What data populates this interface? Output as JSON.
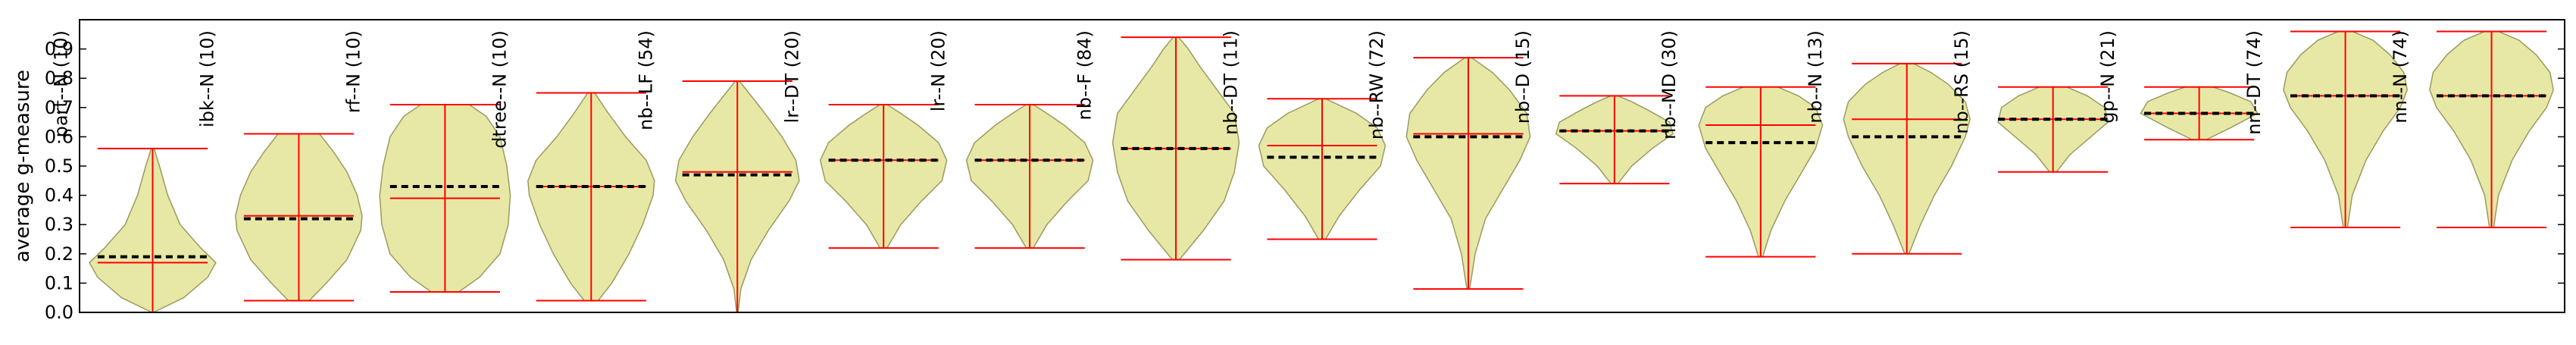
{
  "chart_data": {
    "type": "violin",
    "title": "",
    "xlabel": "",
    "ylabel": "average g-measure",
    "ylim": [
      0.0,
      1.0
    ],
    "yticks": [
      "0.0",
      "0.1",
      "0.2",
      "0.3",
      "0.4",
      "0.5",
      "0.6",
      "0.7",
      "0.8",
      "0.9"
    ],
    "grid": false,
    "colors": {
      "fill": "#e8e8a6",
      "outline": "#9a9a60",
      "whisker": "#ff0000",
      "mean": "#000000",
      "median": "#ff0000",
      "axis": "#000000"
    },
    "series": [
      {
        "label": "part--N (10)",
        "min": 0.0,
        "max": 0.56,
        "mean": 0.19,
        "median": 0.17,
        "max_width": 0.09,
        "profile": [
          [
            0.0,
            0.01
          ],
          [
            0.05,
            0.45
          ],
          [
            0.12,
            0.8
          ],
          [
            0.17,
            0.92
          ],
          [
            0.22,
            0.7
          ],
          [
            0.3,
            0.4
          ],
          [
            0.4,
            0.22
          ],
          [
            0.5,
            0.1
          ],
          [
            0.56,
            0.02
          ]
        ]
      },
      {
        "label": "ibk--N (10)",
        "min": 0.04,
        "max": 0.61,
        "mean": 0.32,
        "median": 0.33,
        "max_width": 0.09,
        "profile": [
          [
            0.04,
            0.15
          ],
          [
            0.1,
            0.4
          ],
          [
            0.18,
            0.7
          ],
          [
            0.28,
            0.9
          ],
          [
            0.33,
            0.92
          ],
          [
            0.4,
            0.85
          ],
          [
            0.48,
            0.7
          ],
          [
            0.55,
            0.5
          ],
          [
            0.61,
            0.3
          ]
        ]
      },
      {
        "label": "rf--N (10)",
        "min": 0.07,
        "max": 0.71,
        "mean": 0.43,
        "median": 0.39,
        "max_width": 0.09,
        "profile": [
          [
            0.07,
            0.2
          ],
          [
            0.12,
            0.5
          ],
          [
            0.2,
            0.8
          ],
          [
            0.3,
            0.92
          ],
          [
            0.4,
            0.95
          ],
          [
            0.5,
            0.9
          ],
          [
            0.6,
            0.8
          ],
          [
            0.67,
            0.6
          ],
          [
            0.71,
            0.35
          ]
        ]
      },
      {
        "label": "dtree--N (10)",
        "min": 0.04,
        "max": 0.75,
        "mean": 0.43,
        "median": 0.43,
        "max_width": 0.09,
        "profile": [
          [
            0.04,
            0.1
          ],
          [
            0.1,
            0.3
          ],
          [
            0.2,
            0.55
          ],
          [
            0.3,
            0.75
          ],
          [
            0.4,
            0.9
          ],
          [
            0.45,
            0.92
          ],
          [
            0.52,
            0.8
          ],
          [
            0.6,
            0.5
          ],
          [
            0.68,
            0.25
          ],
          [
            0.75,
            0.05
          ]
        ]
      },
      {
        "label": "nb--LF (54)",
        "min": 0.0,
        "max": 0.79,
        "mean": 0.47,
        "median": 0.48,
        "max_width": 0.09,
        "profile": [
          [
            0.0,
            0.01
          ],
          [
            0.08,
            0.05
          ],
          [
            0.18,
            0.2
          ],
          [
            0.28,
            0.45
          ],
          [
            0.38,
            0.75
          ],
          [
            0.45,
            0.9
          ],
          [
            0.52,
            0.85
          ],
          [
            0.6,
            0.65
          ],
          [
            0.68,
            0.4
          ],
          [
            0.74,
            0.2
          ],
          [
            0.79,
            0.03
          ]
        ]
      },
      {
        "label": "lr--DT (20)",
        "min": 0.22,
        "max": 0.71,
        "mean": 0.52,
        "median": 0.52,
        "max_width": 0.09,
        "profile": [
          [
            0.22,
            0.05
          ],
          [
            0.3,
            0.25
          ],
          [
            0.38,
            0.55
          ],
          [
            0.45,
            0.85
          ],
          [
            0.52,
            0.92
          ],
          [
            0.58,
            0.8
          ],
          [
            0.64,
            0.5
          ],
          [
            0.68,
            0.25
          ],
          [
            0.71,
            0.05
          ]
        ]
      },
      {
        "label": "lr--N (20)",
        "min": 0.22,
        "max": 0.71,
        "mean": 0.52,
        "median": 0.52,
        "max_width": 0.09,
        "profile": [
          [
            0.22,
            0.05
          ],
          [
            0.3,
            0.25
          ],
          [
            0.38,
            0.55
          ],
          [
            0.45,
            0.85
          ],
          [
            0.52,
            0.92
          ],
          [
            0.58,
            0.8
          ],
          [
            0.64,
            0.5
          ],
          [
            0.68,
            0.25
          ],
          [
            0.71,
            0.05
          ]
        ]
      },
      {
        "label": "nb--F (84)",
        "min": 0.18,
        "max": 0.94,
        "mean": 0.56,
        "median": 0.56,
        "max_width": 0.09,
        "profile": [
          [
            0.18,
            0.05
          ],
          [
            0.28,
            0.4
          ],
          [
            0.38,
            0.7
          ],
          [
            0.48,
            0.85
          ],
          [
            0.58,
            0.92
          ],
          [
            0.68,
            0.85
          ],
          [
            0.76,
            0.6
          ],
          [
            0.84,
            0.35
          ],
          [
            0.9,
            0.18
          ],
          [
            0.94,
            0.04
          ]
        ]
      },
      {
        "label": "nb--DT (11)",
        "min": 0.25,
        "max": 0.73,
        "mean": 0.53,
        "median": 0.57,
        "max_width": 0.09,
        "profile": [
          [
            0.25,
            0.05
          ],
          [
            0.33,
            0.25
          ],
          [
            0.42,
            0.55
          ],
          [
            0.5,
            0.85
          ],
          [
            0.57,
            0.92
          ],
          [
            0.63,
            0.8
          ],
          [
            0.68,
            0.5
          ],
          [
            0.73,
            0.05
          ]
        ]
      },
      {
        "label": "nb--RW (72)",
        "min": 0.08,
        "max": 0.87,
        "mean": 0.6,
        "median": 0.61,
        "max_width": 0.09,
        "profile": [
          [
            0.08,
            0.02
          ],
          [
            0.2,
            0.1
          ],
          [
            0.32,
            0.25
          ],
          [
            0.42,
            0.5
          ],
          [
            0.52,
            0.75
          ],
          [
            0.6,
            0.9
          ],
          [
            0.68,
            0.85
          ],
          [
            0.76,
            0.6
          ],
          [
            0.82,
            0.35
          ],
          [
            0.87,
            0.05
          ]
        ]
      },
      {
        "label": "nb--D (15)",
        "min": 0.44,
        "max": 0.74,
        "mean": 0.62,
        "median": 0.62,
        "max_width": 0.09,
        "profile": [
          [
            0.44,
            0.05
          ],
          [
            0.5,
            0.25
          ],
          [
            0.56,
            0.55
          ],
          [
            0.61,
            0.85
          ],
          [
            0.65,
            0.8
          ],
          [
            0.69,
            0.5
          ],
          [
            0.72,
            0.25
          ],
          [
            0.74,
            0.05
          ]
        ]
      },
      {
        "label": "nb--MD (30)",
        "min": 0.19,
        "max": 0.77,
        "mean": 0.58,
        "median": 0.64,
        "max_width": 0.09,
        "profile": [
          [
            0.19,
            0.03
          ],
          [
            0.28,
            0.15
          ],
          [
            0.38,
            0.35
          ],
          [
            0.48,
            0.6
          ],
          [
            0.56,
            0.8
          ],
          [
            0.64,
            0.9
          ],
          [
            0.7,
            0.8
          ],
          [
            0.74,
            0.55
          ],
          [
            0.77,
            0.25
          ]
        ]
      },
      {
        "label": "nb--N (13)",
        "min": 0.2,
        "max": 0.85,
        "mean": 0.6,
        "median": 0.66,
        "max_width": 0.09,
        "profile": [
          [
            0.2,
            0.03
          ],
          [
            0.3,
            0.2
          ],
          [
            0.4,
            0.4
          ],
          [
            0.5,
            0.65
          ],
          [
            0.6,
            0.85
          ],
          [
            0.66,
            0.92
          ],
          [
            0.72,
            0.85
          ],
          [
            0.78,
            0.6
          ],
          [
            0.82,
            0.35
          ],
          [
            0.85,
            0.1
          ]
        ]
      },
      {
        "label": "nb--RS (15)",
        "min": 0.48,
        "max": 0.77,
        "mean": 0.66,
        "median": 0.66,
        "max_width": 0.09,
        "profile": [
          [
            0.48,
            0.05
          ],
          [
            0.54,
            0.25
          ],
          [
            0.6,
            0.55
          ],
          [
            0.65,
            0.8
          ],
          [
            0.7,
            0.75
          ],
          [
            0.74,
            0.5
          ],
          [
            0.77,
            0.2
          ]
        ]
      },
      {
        "label": "gp--N (21)",
        "min": 0.59,
        "max": 0.77,
        "mean": 0.68,
        "median": 0.68,
        "max_width": 0.09,
        "profile": [
          [
            0.59,
            0.1
          ],
          [
            0.63,
            0.45
          ],
          [
            0.68,
            0.85
          ],
          [
            0.72,
            0.75
          ],
          [
            0.75,
            0.45
          ],
          [
            0.77,
            0.2
          ]
        ]
      },
      {
        "label": "nn--DT (74)",
        "min": 0.29,
        "max": 0.96,
        "mean": 0.74,
        "median": 0.74,
        "max_width": 0.09,
        "profile": [
          [
            0.29,
            0.03
          ],
          [
            0.4,
            0.1
          ],
          [
            0.52,
            0.3
          ],
          [
            0.62,
            0.55
          ],
          [
            0.7,
            0.8
          ],
          [
            0.76,
            0.9
          ],
          [
            0.82,
            0.85
          ],
          [
            0.88,
            0.65
          ],
          [
            0.93,
            0.4
          ],
          [
            0.96,
            0.1
          ]
        ]
      },
      {
        "label": "nn--N (74)",
        "min": 0.29,
        "max": 0.96,
        "mean": 0.74,
        "median": 0.74,
        "max_width": 0.09,
        "profile": [
          [
            0.29,
            0.03
          ],
          [
            0.4,
            0.1
          ],
          [
            0.52,
            0.3
          ],
          [
            0.62,
            0.55
          ],
          [
            0.7,
            0.8
          ],
          [
            0.76,
            0.9
          ],
          [
            0.82,
            0.85
          ],
          [
            0.88,
            0.65
          ],
          [
            0.93,
            0.4
          ],
          [
            0.96,
            0.1
          ]
        ]
      }
    ]
  }
}
